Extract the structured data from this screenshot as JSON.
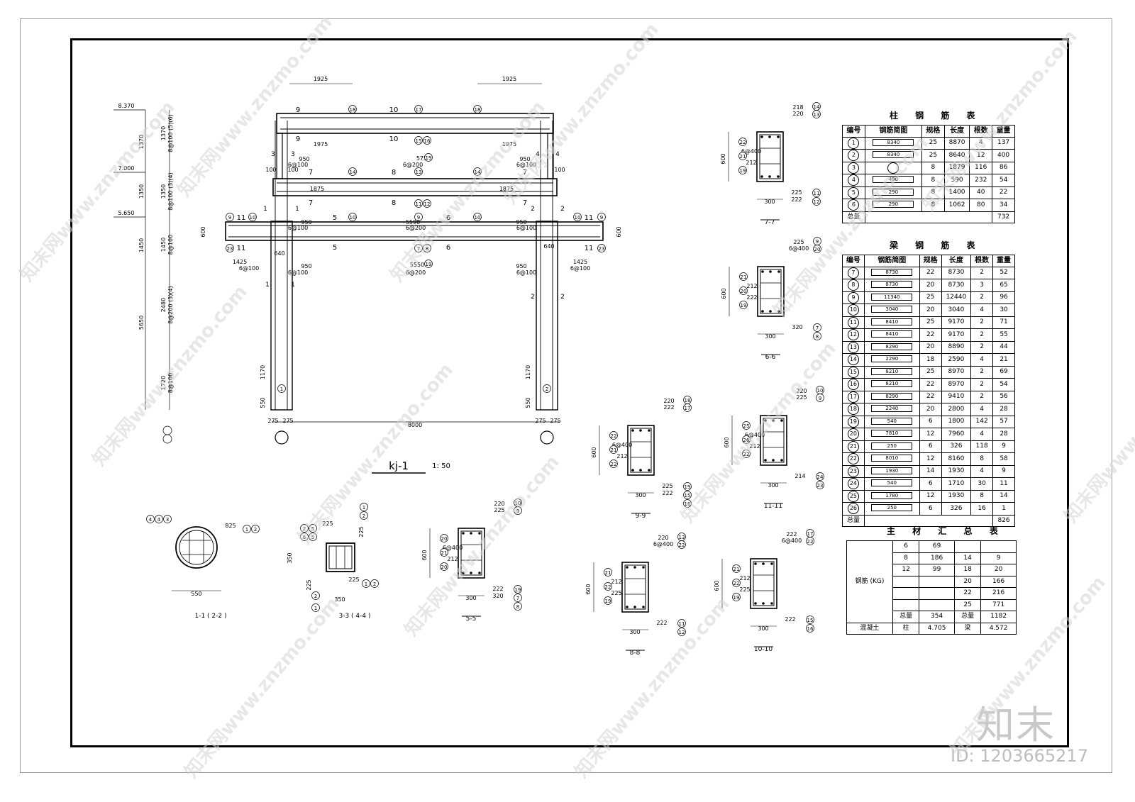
{
  "frame_title": "kj-1",
  "frame_scale": "1: 50",
  "elevations": [
    "8.370",
    "7.000",
    "5.650"
  ],
  "column_heights": [
    "1370",
    "1350",
    "1450",
    "5650"
  ],
  "column_spacing": [
    {
      "len": "1370",
      "bar": "8@100",
      "tag": "(5)(6)"
    },
    {
      "len": "1350",
      "bar": "8@100",
      "tag": "(3)(4)"
    },
    {
      "len": "1450",
      "bar": "8@100",
      "tag": ""
    },
    {
      "len": "2480",
      "bar": "8@200",
      "tag": "(3)(4)"
    },
    {
      "len": "1720",
      "bar": "8@100",
      "tag": ""
    }
  ],
  "frame_dims": {
    "top_left": "1925",
    "top_right": "1925",
    "beam1_left": "1975",
    "beam1_right": "1975",
    "beam1_mid": "5750",
    "beam2_left": "1875",
    "beam2_right": "1875",
    "beam3_mid": "5590",
    "beam4_mid": "5550",
    "seg_950": "950",
    "stirrup_100": "6@100",
    "stirrup_200": "6@200",
    "cant_1425": "1425",
    "cant_640": "640",
    "h600": "600",
    "col_1170": "1170",
    "col_550": "550",
    "col_275": "275",
    "span": "8000",
    "n100": "100"
  },
  "sections": [
    {
      "id": "7-7",
      "w": "300",
      "h": "600",
      "labels": [
        "218",
        "220",
        "6@400",
        "212",
        "225",
        "222"
      ],
      "marks": [
        "14",
        "13",
        "22",
        "21",
        "19",
        "11",
        "12"
      ]
    },
    {
      "id": "6-6",
      "w": "300",
      "h": "600",
      "labels": [
        "225",
        "6@400",
        "212",
        "222",
        "320"
      ],
      "marks": [
        "9",
        "20",
        "21",
        "20",
        "19",
        "7",
        "8"
      ]
    },
    {
      "id": "11-11",
      "w": "300",
      "h": "600",
      "labels": [
        "220",
        "225",
        "6@400",
        "212",
        "214"
      ],
      "marks": [
        "10",
        "9",
        "25",
        "26",
        "22",
        "24",
        "23"
      ]
    },
    {
      "id": "9-9",
      "w": "300",
      "h": "600",
      "labels": [
        "220",
        "222",
        "6@400",
        "212",
        "225",
        "222"
      ],
      "marks": [
        "18",
        "17",
        "22",
        "21",
        "22",
        "19",
        "15",
        "16"
      ]
    },
    {
      "id": "8-8",
      "w": "300",
      "h": "600",
      "labels": [
        "220",
        "6@400",
        "212",
        "225",
        "222"
      ],
      "marks": [
        "13",
        "22",
        "21",
        "22",
        "19",
        "11",
        "12"
      ]
    },
    {
      "id": "10-10",
      "w": "300",
      "h": "600",
      "labels": [
        "222",
        "6@400",
        "212",
        "225",
        "222"
      ],
      "marks": [
        "17",
        "22",
        "21",
        "22",
        "19",
        "15",
        "16"
      ]
    },
    {
      "id": "5-5",
      "w": "300",
      "h": "600",
      "labels": [
        "220",
        "225",
        "6@400",
        "212",
        "222",
        "320"
      ],
      "marks": [
        "10",
        "9",
        "20",
        "21",
        "20",
        "19",
        "7",
        "8"
      ]
    }
  ],
  "section_1_1": {
    "id": "1-1 ( 2-2 )",
    "dia": "550",
    "bar": "825",
    "marks": [
      "4",
      "4",
      "3",
      "1",
      "2"
    ]
  },
  "section_3_3": {
    "id": "3-3 ( 4-4 )",
    "w": "350",
    "h": "350",
    "labels": [
      "225",
      "225",
      "225",
      "225"
    ],
    "marks": [
      "2",
      "5",
      "6",
      "5",
      "1",
      "2",
      "2",
      "1",
      "1",
      "2"
    ]
  },
  "column_table": {
    "title": "柱 钢 筋 表",
    "headers": [
      "编号",
      "钢筋简图",
      "规格",
      "长度",
      "根数",
      "重量"
    ],
    "rows": [
      [
        "1",
        "8340",
        "25",
        "8870",
        "4",
        "137"
      ],
      [
        "2",
        "8340",
        "25",
        "8640",
        "12",
        "400"
      ],
      [
        "3",
        "",
        "8",
        "1879",
        "116",
        "86"
      ],
      [
        "4",
        "490",
        "8",
        "590",
        "232",
        "54"
      ],
      [
        "5",
        "290",
        "8",
        "1400",
        "40",
        "22"
      ],
      [
        "6",
        "290",
        "8",
        "1062",
        "80",
        "34"
      ]
    ],
    "total_label": "总量",
    "total": "732"
  },
  "beam_table": {
    "title": "梁 钢 筋 表",
    "headers": [
      "编号",
      "钢筋简图",
      "规格",
      "长度",
      "根数",
      "重量"
    ],
    "rows": [
      [
        "7",
        "8730",
        "22",
        "8730",
        "2",
        "52"
      ],
      [
        "8",
        "8730",
        "20",
        "8730",
        "3",
        "65"
      ],
      [
        "9",
        "11340",
        "25",
        "12440",
        "2",
        "96"
      ],
      [
        "10",
        "3040",
        "20",
        "3040",
        "4",
        "30"
      ],
      [
        "11",
        "8410",
        "25",
        "9170",
        "2",
        "71"
      ],
      [
        "12",
        "8410",
        "22",
        "9170",
        "2",
        "55"
      ],
      [
        "13",
        "8290",
        "20",
        "8890",
        "2",
        "44"
      ],
      [
        "14",
        "2290",
        "18",
        "2590",
        "4",
        "21"
      ],
      [
        "15",
        "8210",
        "25",
        "8970",
        "2",
        "69"
      ],
      [
        "16",
        "8210",
        "22",
        "8970",
        "2",
        "54"
      ],
      [
        "17",
        "8290",
        "22",
        "9410",
        "2",
        "56"
      ],
      [
        "18",
        "2240",
        "20",
        "2800",
        "4",
        "28"
      ],
      [
        "19",
        "540",
        "6",
        "1800",
        "142",
        "57"
      ],
      [
        "20",
        "7810",
        "12",
        "7960",
        "4",
        "28"
      ],
      [
        "21",
        "250",
        "6",
        "326",
        "118",
        "9"
      ],
      [
        "22",
        "8010",
        "12",
        "8160",
        "8",
        "58"
      ],
      [
        "23",
        "1930",
        "14",
        "1930",
        "4",
        "9"
      ],
      [
        "24",
        "540",
        "6",
        "1710",
        "30",
        "11"
      ],
      [
        "25",
        "1780",
        "12",
        "1930",
        "8",
        "14"
      ],
      [
        "26",
        "250",
        "6",
        "326",
        "16",
        "1"
      ]
    ],
    "total_label": "总量",
    "total": "826"
  },
  "summary_table": {
    "title": "主 材 汇 总 表",
    "steel_label": "钢筋 (KG)",
    "rows": [
      [
        "6",
        "69",
        "",
        ""
      ],
      [
        "8",
        "186",
        "14",
        "9"
      ],
      [
        "12",
        "99",
        "18",
        "20"
      ],
      [
        "",
        "",
        "20",
        "166"
      ],
      [
        "",
        "",
        "22",
        "216"
      ],
      [
        "",
        "",
        "25",
        "771"
      ],
      [
        "总量",
        "354",
        "总量",
        "1182"
      ]
    ],
    "concrete_label": "混凝土",
    "concrete_col_label": "柱",
    "concrete_col": "4.705",
    "concrete_beam_label": "梁",
    "concrete_beam": "4.572"
  },
  "watermark_text": "知末网www.znzmo.com",
  "brand": "知末",
  "image_id": "ID: 1203665217"
}
